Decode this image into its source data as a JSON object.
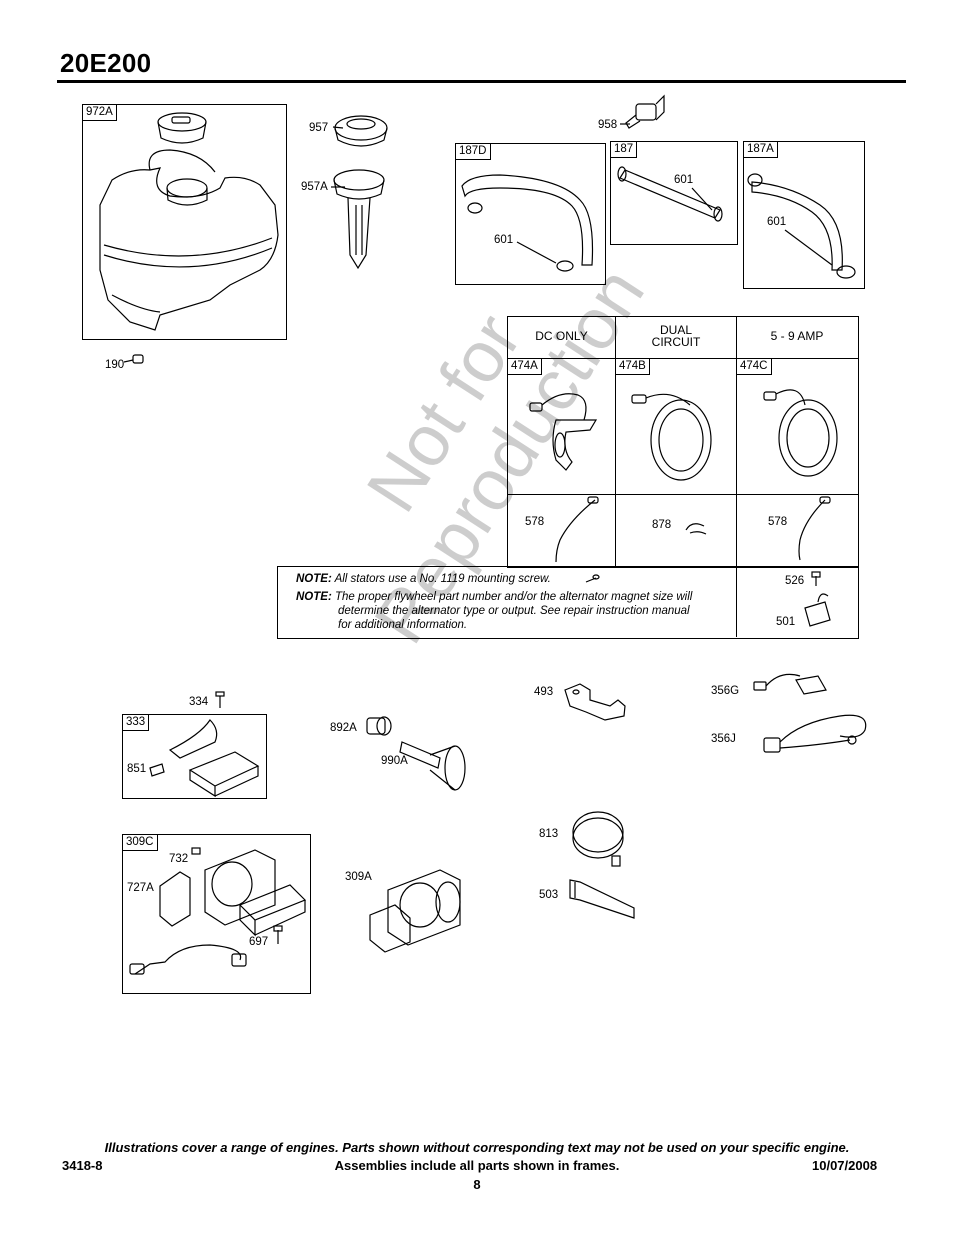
{
  "header": {
    "title": "20E200"
  },
  "watermark": {
    "line1": "Not for",
    "line2": "Reproduction"
  },
  "parts": {
    "p972A": "972A",
    "p957": "957",
    "p957A": "957A",
    "p958": "958",
    "p187D": "187D",
    "p187": "187",
    "p187A": "187A",
    "p601": "601",
    "p190": "190",
    "p474A": "474A",
    "p474B": "474B",
    "p474C": "474C",
    "p578": "578",
    "p878": "878",
    "p526": "526",
    "p501": "501",
    "p334": "334",
    "p333": "333",
    "p851": "851",
    "p892A": "892A",
    "p990A": "990A",
    "p493": "493",
    "p356G": "356G",
    "p356J": "356J",
    "p309C": "309C",
    "p732": "732",
    "p727A": "727A",
    "p697": "697",
    "p309A": "309A",
    "p813": "813",
    "p503": "503"
  },
  "stator_table": {
    "col1": "DC ONLY",
    "col2_line1": "DUAL",
    "col2_line2": "CIRCUIT",
    "col3": "5 - 9 AMP"
  },
  "notes": {
    "label": "NOTE:",
    "note1": "All stators use a No. 1119 mounting screw.",
    "note2_line1": "The proper flywheel part number and/or the alternator magnet size will",
    "note2_line2": "determine the alternator type or output. See repair instruction manual",
    "note2_line3": "for additional information."
  },
  "footer": {
    "disclaimer": "Illustrations cover a range of engines. Parts shown without corresponding text may not be used on your specific engine.",
    "doc_number": "3418-8",
    "assemblies": "Assemblies include all parts shown in frames.",
    "date": "10/07/2008",
    "page": "8"
  }
}
